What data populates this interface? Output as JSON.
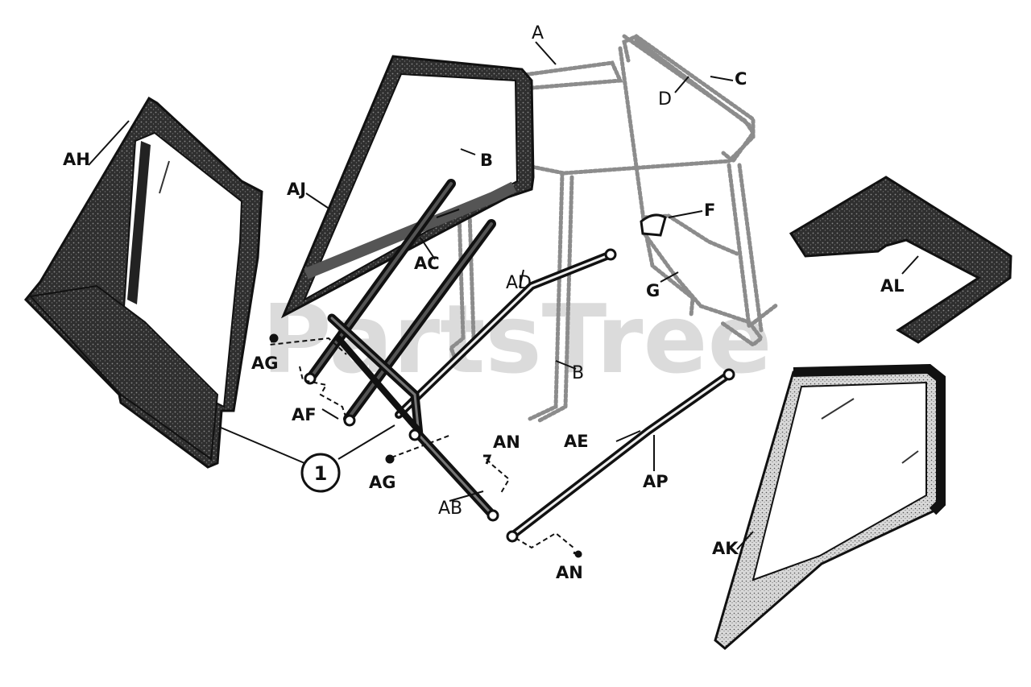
{
  "watermark": "PartsTree",
  "callout": "1",
  "labels": {
    "A": "A",
    "B_upper": "B",
    "B_lower": "B",
    "C": "C",
    "D": "D",
    "F": "F",
    "G": "G",
    "AH": "AH",
    "AJ": "AJ",
    "AC": "AC",
    "AD": "AD",
    "AG_upper": "AG",
    "AG_lower": "AG",
    "AF": "AF",
    "AB": "AB",
    "AN_upper": "AN",
    "AN_lower": "AN",
    "AE": "AE",
    "AP": "AP",
    "AL": "AL",
    "AK": "AK"
  },
  "colors": {
    "ink": "#111111",
    "panel_dark": "#2a2a2a",
    "panel_speckle": "#5a5a5a",
    "frame_dotted": "#9a9a9a",
    "watermark": "#cfcfcf"
  }
}
